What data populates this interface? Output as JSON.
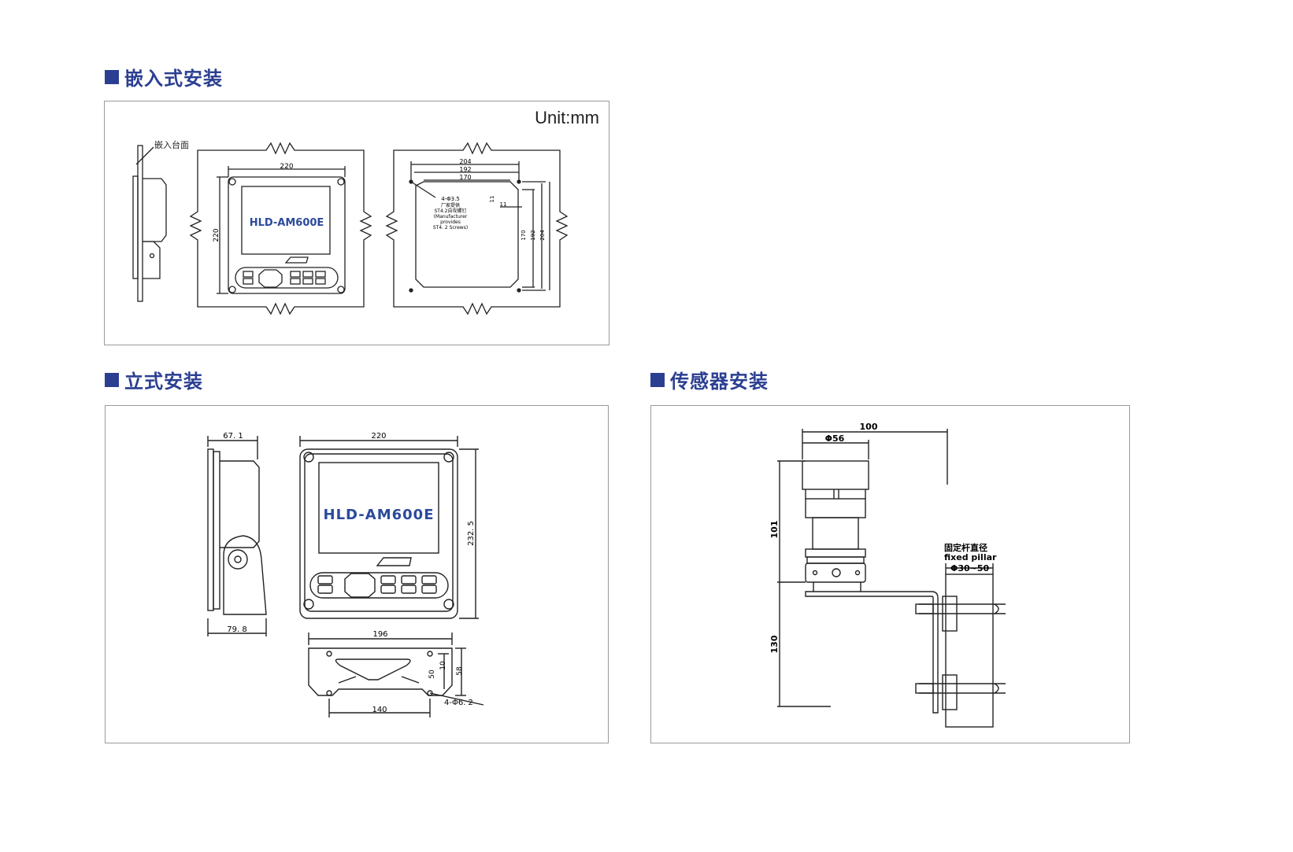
{
  "sections": {
    "embedded": {
      "title": "嵌入式安装",
      "unit": "Unit:mm"
    },
    "standing": {
      "title": "立式安装"
    },
    "sensor": {
      "title": "传感器安装"
    }
  },
  "embedded": {
    "panel_label": "嵌入台面",
    "model": "HLD-AM600E",
    "dim_width": "220",
    "dim_height": "220",
    "cutout": {
      "d204": "204",
      "d192": "192",
      "d170": "170",
      "d11a": "11",
      "d11b": "11",
      "v170": "170",
      "v192": "192",
      "v204": "204",
      "hole": "4-Φ3.5",
      "note1": "厂家提供",
      "note2": "ST4.2自攻螺钉",
      "note3": "(Manufacturer",
      "note4": "provides",
      "note5": "ST4. 2 Screws)"
    }
  },
  "standing": {
    "model": "HLD-AM600E",
    "d67": "67. 1",
    "d79": "79. 8",
    "d220": "220",
    "d232": "232. 5",
    "bracket": {
      "d196": "196",
      "d140": "140",
      "d50": "50",
      "d10": "10",
      "d58": "58",
      "hole": "4-Φ6. 2"
    }
  },
  "sensor": {
    "d100": "100",
    "d56": "Φ56",
    "d101": "101",
    "d130": "130",
    "pillar1": "固定杆直径",
    "pillar2": "fixed pillar",
    "pillar3": "Φ30~50"
  },
  "colors": {
    "accent": "#2b3f91",
    "line": "#222222",
    "model_text": "#2b4a9c"
  }
}
